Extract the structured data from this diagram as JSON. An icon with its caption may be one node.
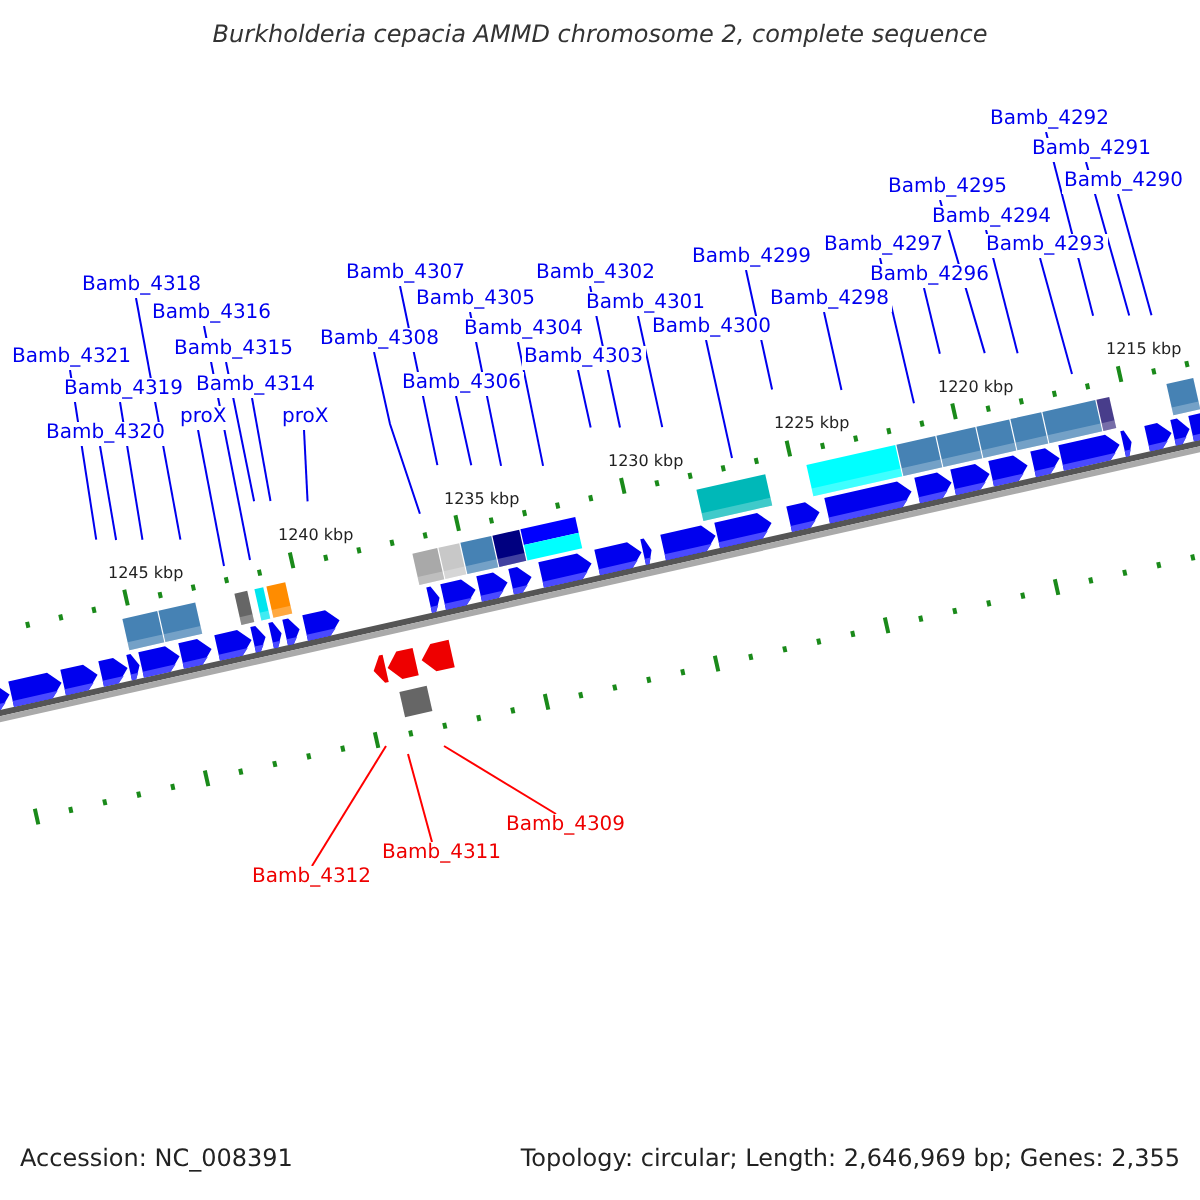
{
  "diagram": {
    "title": "Burkholderia cepacia AMMD chromosome 2, complete sequence",
    "nodes": [
      {
        "text": [
          "Bamb_4292"
        ]
      },
      {
        "text": [
          "Bamb_4291"
        ]
      },
      {
        "text": [
          "Bamb_4290"
        ]
      },
      {
        "text": [
          "Bamb_4295"
        ]
      },
      {
        "text": [
          "Bamb_4294"
        ]
      },
      {
        "text": [
          "Bamb_4297"
        ]
      },
      {
        "text": [
          "Bamb_4293"
        ]
      },
      {
        "text": [
          "Bamb_4299"
        ]
      },
      {
        "text": [
          "Bamb_4307"
        ]
      },
      {
        "text": [
          "Bamb_4302"
        ]
      },
      {
        "text": [
          "Bamb_4296"
        ]
      },
      {
        "text": [
          "Bamb_4318"
        ]
      },
      {
        "text": [
          "Bamb_4305"
        ]
      },
      {
        "text": [
          "Bamb_4298"
        ]
      },
      {
        "text": [
          "Bamb_4301"
        ]
      },
      {
        "text": [
          "Bamb_4316"
        ]
      },
      {
        "text": [
          "Bamb_4300"
        ]
      },
      {
        "text": [
          "Bamb_4304"
        ]
      },
      {
        "text": [
          "Bamb_4308"
        ]
      },
      {
        "text": [
          "Bamb_4315"
        ]
      },
      {
        "text": [
          "Bamb_4321"
        ]
      },
      {
        "text": [
          "Bamb_4303"
        ]
      },
      {
        "text": [
          "Bamb_4306"
        ]
      },
      {
        "text": [
          "Bamb_4314"
        ]
      },
      {
        "text": [
          "Bamb_4319"
        ]
      },
      {
        "text": [
          "proX"
        ]
      },
      {
        "text": [
          "proX"
        ]
      },
      {
        "text": [
          "Bamb_4320"
        ]
      },
      {
        "text": [
          "Bamb_4309"
        ]
      },
      {
        "text": [
          "Bamb_4311"
        ]
      },
      {
        "text": [
          "Bamb_4312"
        ]
      }
    ],
    "edges": [
      {
        "from": 0,
        "to": null,
        "arrow": "none"
      },
      {
        "from": 1,
        "to": null,
        "arrow": "none"
      },
      {
        "from": 2,
        "to": null,
        "arrow": "none"
      },
      {
        "from": 3,
        "to": null,
        "arrow": "none"
      },
      {
        "from": 4,
        "to": null,
        "arrow": "none"
      },
      {
        "from": 5,
        "to": null,
        "arrow": "none"
      },
      {
        "from": 6,
        "to": null,
        "arrow": "none"
      },
      {
        "from": 7,
        "to": null,
        "arrow": "none"
      },
      {
        "from": 8,
        "to": null,
        "arrow": "none"
      },
      {
        "from": 9,
        "to": null,
        "arrow": "none"
      },
      {
        "from": 10,
        "to": null,
        "arrow": "none"
      },
      {
        "from": 11,
        "to": null,
        "arrow": "none"
      },
      {
        "from": 12,
        "to": null,
        "arrow": "none"
      },
      {
        "from": 13,
        "to": null,
        "arrow": "none"
      },
      {
        "from": 14,
        "to": null,
        "arrow": "none"
      },
      {
        "from": 15,
        "to": null,
        "arrow": "none"
      },
      {
        "from": 16,
        "to": null,
        "arrow": "none"
      },
      {
        "from": 17,
        "to": null,
        "arrow": "none"
      },
      {
        "from": 18,
        "to": null,
        "arrow": "none"
      },
      {
        "from": 19,
        "to": null,
        "arrow": "none"
      },
      {
        "from": 20,
        "to": null,
        "arrow": "none"
      },
      {
        "from": 21,
        "to": null,
        "arrow": "none"
      },
      {
        "from": 22,
        "to": null,
        "arrow": "none"
      },
      {
        "from": 23,
        "to": null,
        "arrow": "none"
      },
      {
        "from": 24,
        "to": null,
        "arrow": "none"
      },
      {
        "from": 25,
        "to": null,
        "arrow": "none"
      },
      {
        "from": 26,
        "to": null,
        "arrow": "none"
      },
      {
        "from": 27,
        "to": null,
        "arrow": "none"
      },
      {
        "from": 28,
        "to": null,
        "arrow": "none",
        "color": "#ff0000"
      },
      {
        "from": 29,
        "to": null,
        "arrow": "none",
        "color": "#ff0000"
      },
      {
        "from": 30,
        "to": null,
        "arrow": "none",
        "color": "#ff0000"
      }
    ],
    "labels": [
      "1215 kbp",
      "1220 kbp",
      "1225 kbp",
      "1230 kbp",
      "1235 kbp",
      "1240 kbp",
      "1245 kbp",
      "Accession: NC_008391",
      "Topology: circular; Length: 2,646,969 bp; Genes: 2,355"
    ]
  }
}
